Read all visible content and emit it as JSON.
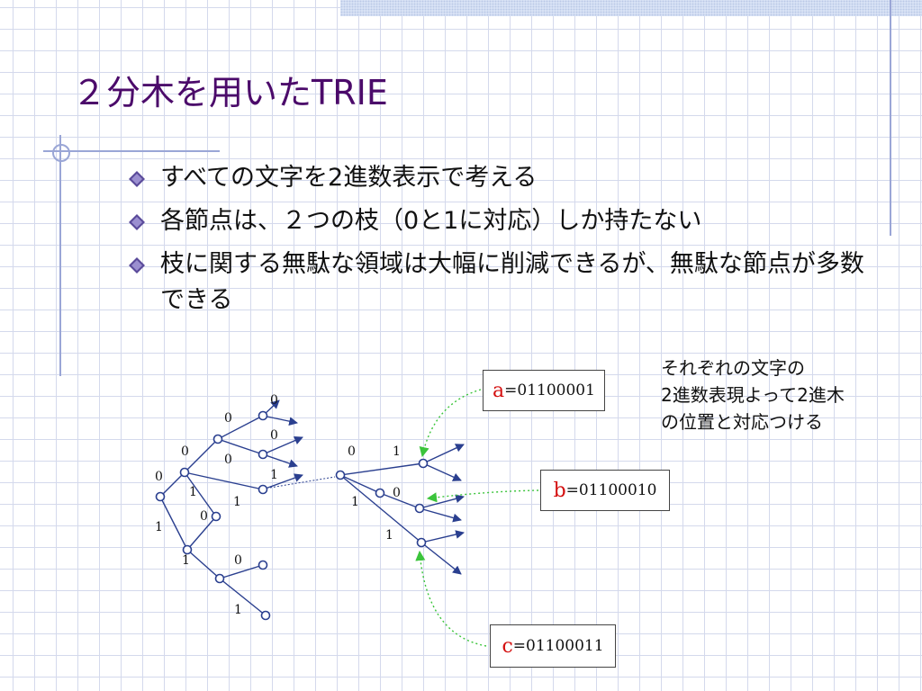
{
  "slide": {
    "title": "２分木を用いたTRIE",
    "bullets": [
      "すべての文字を2進数表示で考える",
      "各節点は、２つの枝（0と1に対応）しか持たない",
      "枝に関する無駄な領域は大幅に削減できるが、無駄な節点が多数できる"
    ],
    "note_lines": [
      "それぞれの文字の",
      "2進数表現よって2進木",
      "の位置と対応つける"
    ]
  },
  "codes": {
    "a": {
      "letter": "a",
      "value": "=01100001"
    },
    "b": {
      "letter": "b",
      "value": "=01100010"
    },
    "c": {
      "letter": "c",
      "value": "=01100011"
    }
  },
  "edge_labels": {
    "left": [
      "0",
      "1",
      "0",
      "1",
      "0",
      "1",
      "0",
      "1",
      "0",
      "0",
      "0",
      "1",
      "0",
      "1"
    ],
    "right": [
      "0",
      "1",
      "1",
      "0",
      "1"
    ]
  },
  "colors": {
    "title": "#4b0a6a",
    "tree_edge": "#2a3f8f",
    "pointer": "#3bc43b",
    "code_letter": "#d41010"
  },
  "icons": {
    "bullet": "diamond-bullet-icon",
    "node": "circle-node-icon",
    "arrowhead": "arrowhead-icon"
  }
}
